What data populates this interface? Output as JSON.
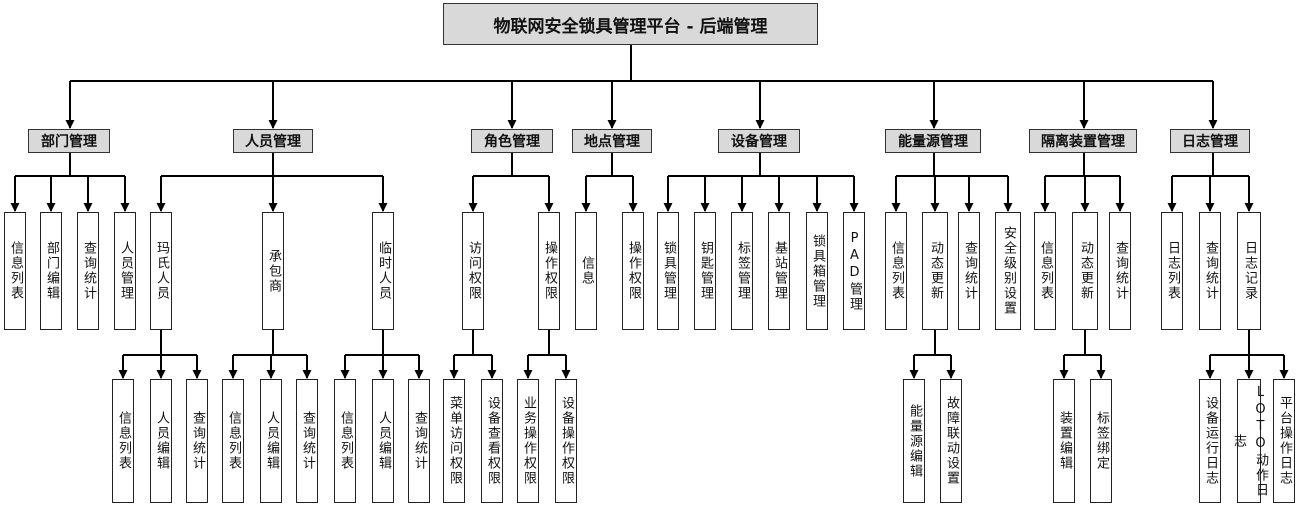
{
  "title": "物联网安全锁具管理平台 - 后端管理",
  "categories": [
    {
      "label": "部门管理",
      "children": [
        {
          "label": "信息列表"
        },
        {
          "label": "部门编辑"
        },
        {
          "label": "查询统计"
        },
        {
          "label": "人员管理"
        }
      ]
    },
    {
      "label": "人员管理",
      "children": [
        {
          "label": "玛氏人员",
          "children": [
            {
              "label": "信息列表"
            },
            {
              "label": "人员编辑"
            },
            {
              "label": "查询统计"
            }
          ]
        },
        {
          "label": "承包商",
          "children": [
            {
              "label": "信息列表"
            },
            {
              "label": "人员编辑"
            },
            {
              "label": "查询统计"
            }
          ]
        },
        {
          "label": "临时人员",
          "children": [
            {
              "label": "信息列表"
            },
            {
              "label": "人员编辑"
            },
            {
              "label": "查询统计"
            }
          ]
        }
      ]
    },
    {
      "label": "角色管理",
      "children": [
        {
          "label": "访问权限",
          "children": [
            {
              "label": "菜单访问权限"
            },
            {
              "label": "设备查看权限"
            }
          ]
        },
        {
          "label": "操作权限",
          "children": [
            {
              "label": "业务操作权限"
            },
            {
              "label": "设备操作权限"
            }
          ]
        }
      ]
    },
    {
      "label": "地点管理",
      "children": [
        {
          "label": "信息"
        },
        {
          "label": "操作权限"
        }
      ]
    },
    {
      "label": "设备管理",
      "children": [
        {
          "label": "锁具管理"
        },
        {
          "label": "钥匙管理"
        },
        {
          "label": "标签管理"
        },
        {
          "label": "基站管理"
        },
        {
          "label": "锁具箱管理"
        },
        {
          "label": "PAD管理"
        }
      ]
    },
    {
      "label": "能量源管理",
      "children": [
        {
          "label": "信息列表"
        },
        {
          "label": "动态更新",
          "children": [
            {
              "label": "能量源编辑"
            },
            {
              "label": "故障联动设置"
            }
          ]
        },
        {
          "label": "查询统计"
        },
        {
          "label": "安全级别设置"
        }
      ]
    },
    {
      "label": "隔离装置管理",
      "children": [
        {
          "label": "信息列表"
        },
        {
          "label": "动态更新",
          "children": [
            {
              "label": "装置编辑"
            },
            {
              "label": "标签绑定"
            }
          ]
        },
        {
          "label": "查询统计"
        }
      ]
    },
    {
      "label": "日志管理",
      "children": [
        {
          "label": "日志列表"
        },
        {
          "label": "查询统计"
        },
        {
          "label": "日志记录",
          "children": [
            {
              "label": "设备运行日志"
            },
            {
              "label": "LOTO动作日志"
            },
            {
              "label": "平台操作日志"
            }
          ]
        }
      ]
    }
  ]
}
